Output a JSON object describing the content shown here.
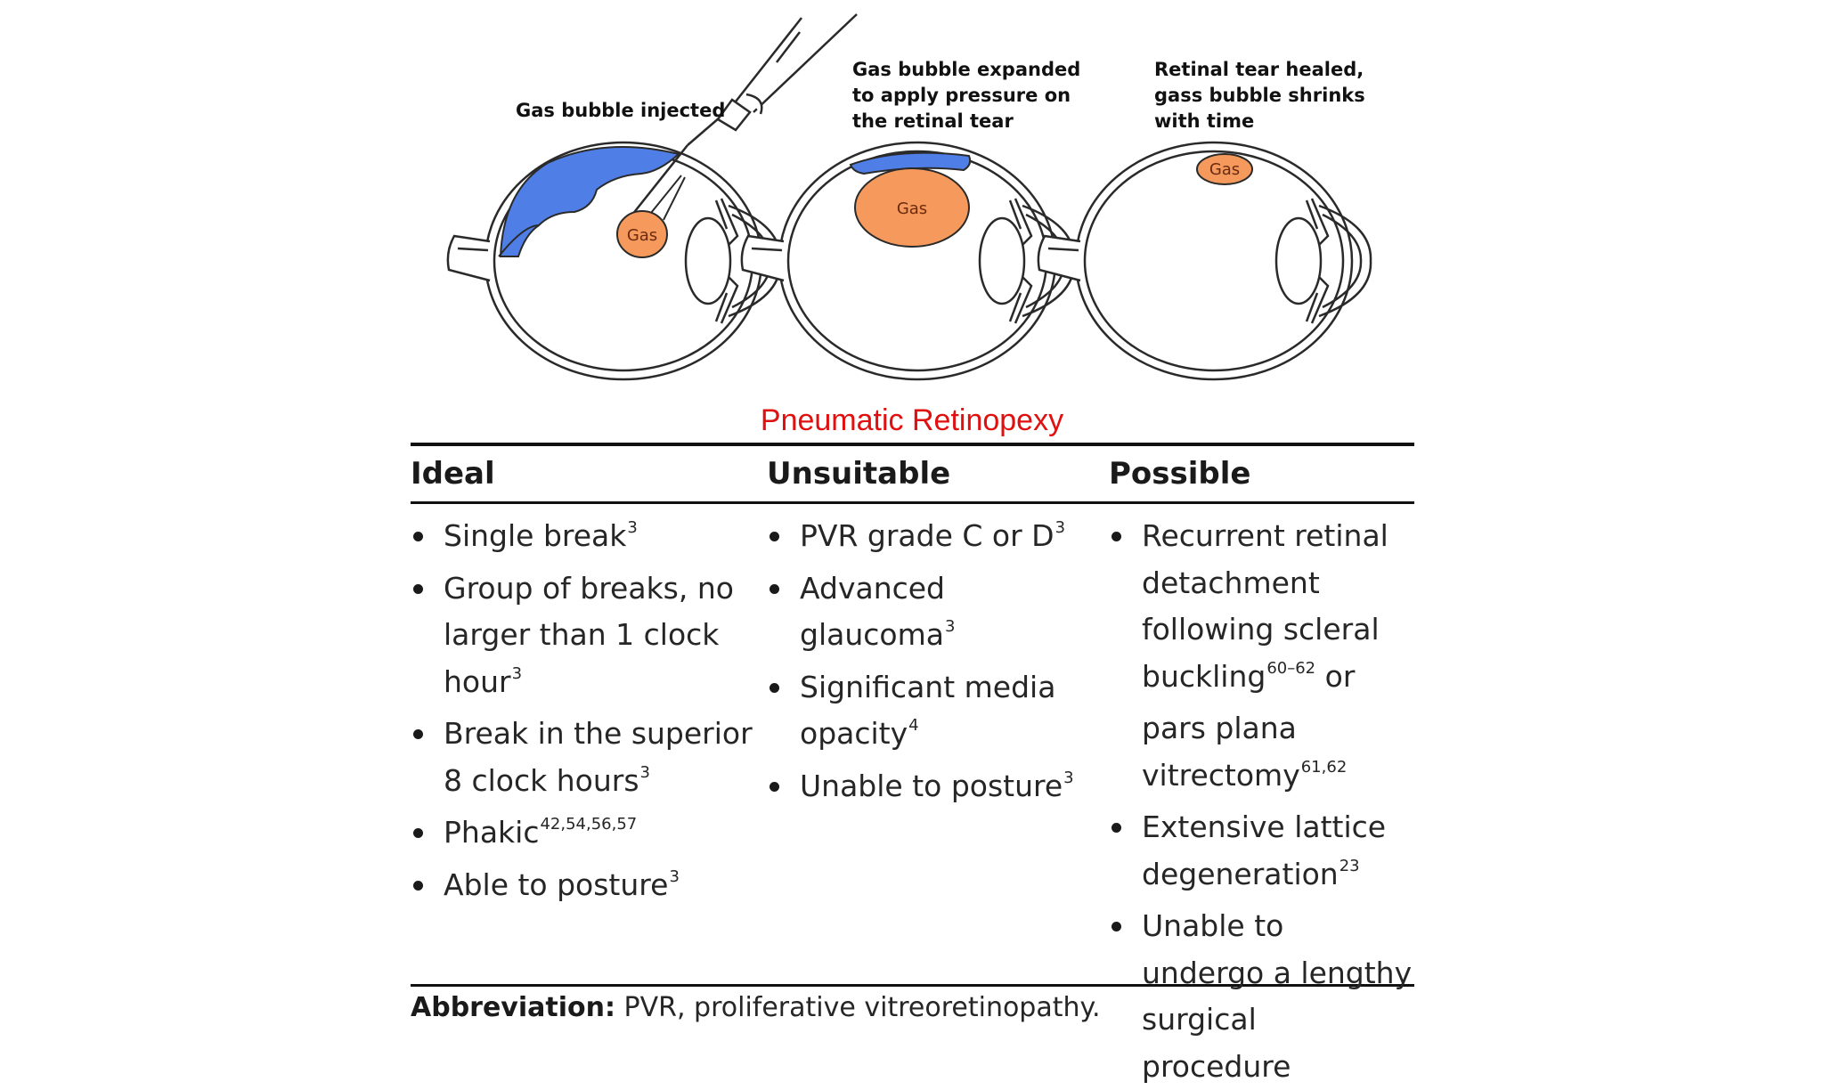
{
  "diagram": {
    "panels": [
      {
        "caption": [
          "Gas bubble injected"
        ],
        "bubble_label": "Gas"
      },
      {
        "caption": [
          "Gas bubble expanded",
          "to apply pressure on",
          "the retinal tear"
        ],
        "bubble_label": "Gas"
      },
      {
        "caption": [
          "Retinal tear healed,",
          "gass bubble shrinks",
          "with time"
        ],
        "bubble_label": "Gas"
      }
    ],
    "colors": {
      "detached_retina": "#4f7fe6",
      "gas_bubble": "#f59a5c",
      "line": "#2a2a2a",
      "title": "#e01010"
    }
  },
  "title": "Pneumatic Retinopexy",
  "table": {
    "columns": [
      {
        "header": "Ideal",
        "items": [
          {
            "text": "Single break",
            "ref": "3"
          },
          {
            "text": "Group of breaks, no larger than 1 clock hour",
            "ref": "3"
          },
          {
            "text": "Break in the superior 8 clock hours",
            "ref": "3"
          },
          {
            "text": "Phakic",
            "ref": "42,54,56,57"
          },
          {
            "text": "Able to posture",
            "ref": "3"
          }
        ]
      },
      {
        "header": "Unsuitable",
        "items": [
          {
            "text": "PVR grade C or D",
            "ref": "3"
          },
          {
            "text": "Advanced glaucoma",
            "ref": "3"
          },
          {
            "text": "Significant media opacity",
            "ref": "4"
          },
          {
            "text": "Unable to posture",
            "ref": "3"
          }
        ]
      },
      {
        "header": "Possible",
        "items": [
          {
            "text": "Recurrent retinal detachment following scleral buckling",
            "ref": "60–62",
            "text2": " or pars plana vitrectomy",
            "ref2": "61,62"
          },
          {
            "text": "Extensive lattice degeneration",
            "ref": "23"
          },
          {
            "text": "Unable to undergo a lengthy surgical procedure",
            "ref": ""
          }
        ]
      }
    ]
  },
  "footnote": {
    "label": "Abbreviation:",
    "text": " PVR, proliferative vitreoretinopathy."
  }
}
